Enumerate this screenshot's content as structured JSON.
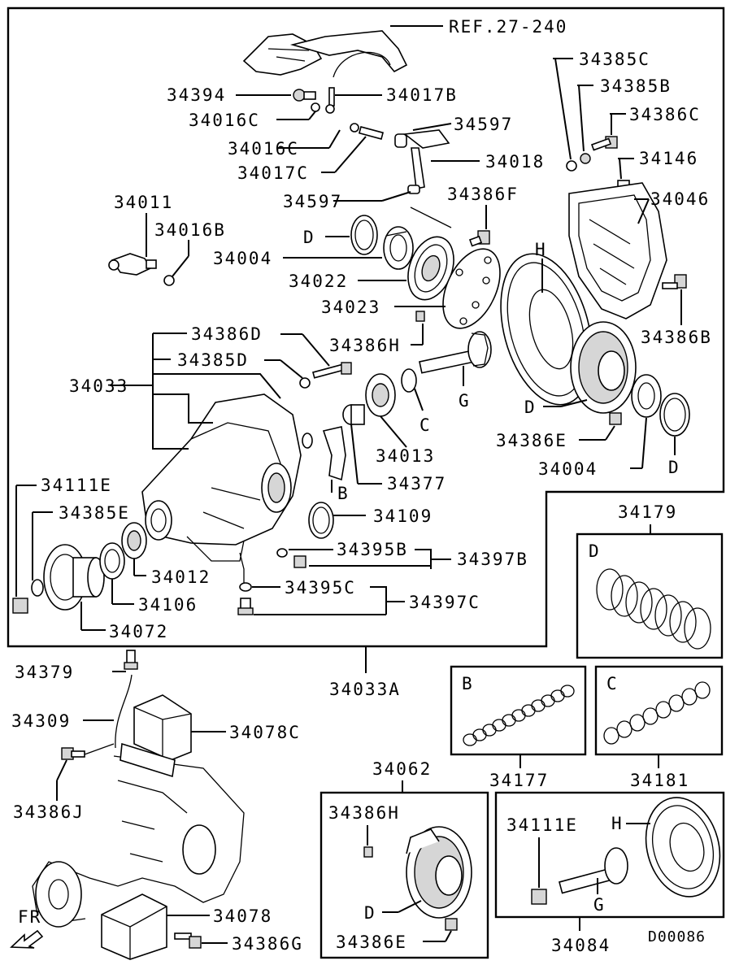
{
  "ref_label": "REF.27-240",
  "drawing_number": "D00086",
  "direction_label": "FR",
  "main_assembly": {
    "assembly_number": "34033A",
    "labels": {
      "p34394": "34394",
      "p34017B": "34017B",
      "p34016C_a": "34016C",
      "p34597_a": "34597",
      "p34016C_b": "34016C",
      "p34018": "34018",
      "p34017C": "34017C",
      "p34597_b": "34597",
      "p34011": "34011",
      "p34016B": "34016B",
      "p34386F": "34386F",
      "p34004_a": "34004",
      "p34022": "34022",
      "p34023": "34023",
      "p34386H": "34386H",
      "p34386D": "34386D",
      "p34385D": "34385D",
      "p34033": "34033",
      "p34013": "34013",
      "p34377": "34377",
      "p34109": "34109",
      "p34111E": "34111E",
      "p34385E": "34385E",
      "p34012": "34012",
      "p34106": "34106",
      "p34072": "34072",
      "p34395B": "34395B",
      "p34397B": "34397B",
      "p34395C": "34395C",
      "p34397C": "34397C",
      "p34385C": "34385C",
      "p34385B": "34385B",
      "p34386C": "34386C",
      "p34146": "34146",
      "p34046": "34046",
      "p34386B": "34386B",
      "p34386E": "34386E",
      "p34004_b": "34004",
      "key_D_a": "D",
      "key_H": "H",
      "key_G": "G",
      "key_C": "C",
      "key_B": "B",
      "key_D_b": "D",
      "key_D_c": "D"
    }
  },
  "kit_34179": {
    "number": "34179",
    "key": "D"
  },
  "kit_34177": {
    "number": "34177",
    "key": "B"
  },
  "kit_34181": {
    "number": "34181",
    "key": "C"
  },
  "kit_34062": {
    "number": "34062",
    "labels": {
      "bolt": "34386H",
      "key_D": "D",
      "bolt_e": "34386E"
    }
  },
  "kit_34084": {
    "number": "34084",
    "labels": {
      "nut": "34111E",
      "key_H": "H",
      "key_G": "G"
    }
  },
  "mount": {
    "labels": {
      "p34379": "34379",
      "p34309": "34309",
      "p34078C": "34078C",
      "p34386J": "34386J",
      "p34078": "34078",
      "p34386G": "34386G"
    }
  }
}
